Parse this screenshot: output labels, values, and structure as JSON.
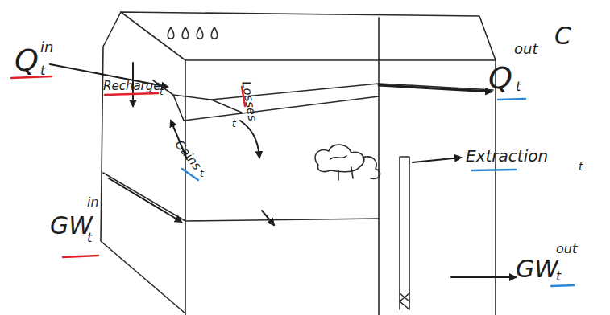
{
  "diagram": {
    "labels": [
      "Q",
      "in",
      "t",
      "Recharge",
      "t",
      "Gains",
      "t",
      "Losses",
      "t",
      "Q",
      "out",
      "t",
      "Extraction",
      "t",
      "GW",
      "in",
      "t",
      "GW",
      "out",
      "t",
      "C"
    ]
  }
}
